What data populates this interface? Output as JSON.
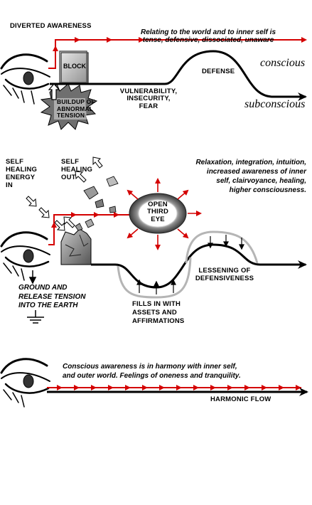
{
  "section1": {
    "diverted_awareness": "DIVERTED AWARENESS",
    "relating_line1": "Relating to the world and to inner self is",
    "relating_line2": "tense, defensive,  dissociated,  unaware",
    "block": "BLOCK",
    "defense": "DEFENSE",
    "conscious": "conscious",
    "subconscious": "subconscious",
    "vulnerability": [
      "VULNERABILITY,",
      "INSECURITY,",
      "FEAR"
    ],
    "buildup": [
      "BUILDUP OF",
      "ABNORMAL",
      "TENSION"
    ]
  },
  "section2": {
    "self_healing_in": [
      "SELF",
      "HEALING",
      "ENERGY",
      "IN"
    ],
    "self_healing_out": [
      "SELF",
      "HEALING",
      "OUT"
    ],
    "relaxation": [
      "Relaxation, integration,  intuition,",
      "increased awareness of inner",
      "self, clairvoyance, healing,",
      "higher consciousness."
    ],
    "open_third_eye": [
      "OPEN",
      "THIRD",
      "EYE"
    ],
    "lessening": [
      "LESSENING OF",
      "DEFENSIVENESS"
    ],
    "ground": [
      "GROUND AND",
      "RELEASE TENSION",
      "INTO THE EARTH"
    ],
    "fills": [
      "FILLS IN WITH",
      "ASSETS AND",
      "AFFIRMATIONS"
    ]
  },
  "section3": {
    "harmony_line1": "Conscious awareness is in harmony with inner self,",
    "harmony_line2": "and outer world.  Feelings of oneness and tranquility.",
    "harmonic_flow": "HARMONIC FLOW"
  },
  "colors": {
    "red": "#d40000",
    "black": "#000000",
    "gray": "#b5b5b5"
  }
}
